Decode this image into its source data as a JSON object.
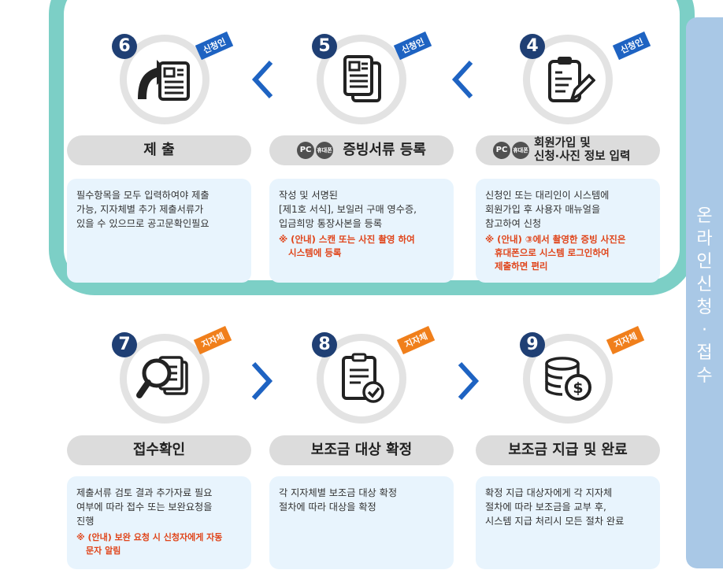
{
  "side_title": [
    "온",
    "라",
    "인",
    "신",
    "청",
    "·",
    "접",
    "수"
  ],
  "steps": [
    {
      "number": "6",
      "badge": "신청인",
      "title": "제 출",
      "desc": [
        "필수항목을 모두 입력하여야 제출",
        "가능, 지자체별 추가 제출서류가",
        "있을 수 있으므로 공고문확인필요"
      ]
    },
    {
      "number": "5",
      "badge": "신청인",
      "title": "증빙서류 등록",
      "tags": [
        "PC",
        "휴대폰"
      ],
      "desc": [
        "작성 및 서명된",
        "[제1호 서식], 보일러 구매 영수증,",
        "입금희망 통장사본을 등록"
      ],
      "note": [
        "※ (안내) 스캔 또는 사진 촬영 하여",
        "시스템에 등록"
      ]
    },
    {
      "number": "4",
      "badge": "신청인",
      "title_lines": [
        "회원가입 및",
        "신청·사진 정보 입력"
      ],
      "tags": [
        "PC",
        "휴대폰"
      ],
      "desc": [
        "신청인 또는 대리인이 시스템에",
        "회원가입 후 사용자 매뉴얼을",
        "참고하여 신청"
      ],
      "note": [
        "※ (안내) ③에서 촬영한 증빙 사진은",
        "휴대폰으로 시스템 로그인하여",
        "제출하면 편리"
      ]
    },
    {
      "number": "7",
      "badge": "지자체",
      "title": "접수확인",
      "desc": [
        "제출서류 검토 결과 추가자료 필요",
        "여부에 따라 접수 또는 보완요청을",
        "진행"
      ],
      "note": [
        "※ (안내) 보완 요청 시 신청자에게 자동",
        "문자 알림"
      ]
    },
    {
      "number": "8",
      "badge": "지자체",
      "title": "보조금 대상 확정",
      "desc": [
        "각 지자체별 보조금 대상 확정",
        "절차에 따라 대상을 확정"
      ]
    },
    {
      "number": "9",
      "badge": "지자체",
      "title": "보조금 지급 및 완료",
      "desc": [
        "확정 지급 대상자에게 각 지자체",
        "절차에 따라 보조금을 교부 후,",
        "시스템 지급 처리시 모든 절차 완료"
      ]
    }
  ],
  "colors": {
    "teal": "#7ccfc6",
    "navy": "#1f3f74",
    "blue_badge": "#1e63c2",
    "orange_badge": "#f07f1b",
    "note_red": "#e0451b",
    "card_bg": "#e8f4fd",
    "side_panel": "#a9c8e6"
  },
  "icons": [
    "document-arrow-icon",
    "documents-icon",
    "clipboard-pen-icon",
    "search-documents-icon",
    "checklist-check-icon",
    "coins-dollar-icon"
  ]
}
